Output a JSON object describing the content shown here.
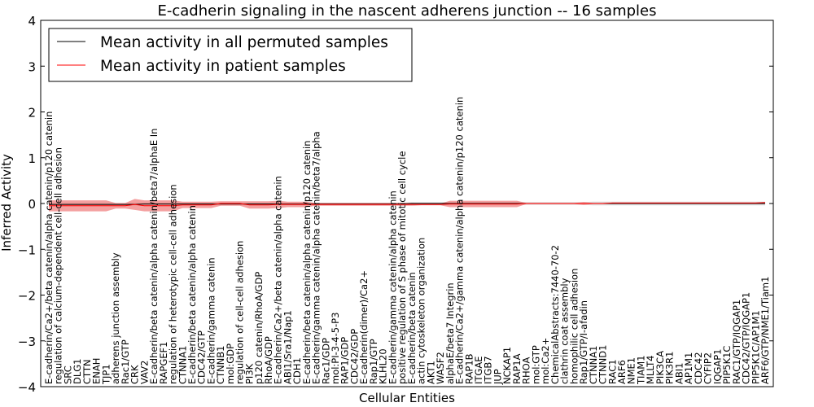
{
  "chart_data": {
    "type": "line",
    "title": "E-cadherin signaling in the nascent adherens junction -- 16 samples",
    "xlabel": "Cellular Entities",
    "ylabel": "Inferred Activity",
    "ylim": [
      -4,
      4
    ],
    "yticks": [
      -4,
      -3,
      -2,
      -1,
      0,
      1,
      2,
      3,
      4
    ],
    "grid": false,
    "legend_position": "top-left",
    "categories": [
      "E-cadherin/Ca2+/beta catenin/alpha catenin/p120 catenin",
      "regulation of calcium-dependent cell-cell adhesion",
      "SRC",
      "DLG1",
      "CTTN",
      "ENAH",
      "TJP1",
      "adherens junction assembly",
      "Rac1/GTP",
      "CRK",
      "VAV2",
      "E-cadherin/beta catenin/alpha catenin/beta7/alphaE In",
      "RAPGEF1",
      "regulation of heterotypic cell-cell adhesion",
      "CTNNA1",
      "E-cadherin/beta catenin/alpha catenin",
      "CDC42/GTP",
      "E-cadherin/gamma catenin",
      "CTNNB1",
      "mol:GDP",
      "regulation of cell-cell adhesion",
      "PI3K",
      "p120 catenin/RhoA/GDP",
      "RhoA/GDP",
      "E-cadherin/Ca2+/beta catenin/alpha catenin",
      "ABI1/Sra1/Nap1",
      "CDH1",
      "E-cadherin/beta catenin/alpha catenin/p120 catenin",
      "E-cadherin/gamma catenin/alpha catenin/beta7/alpha",
      "Rac1/GDP",
      "mol:PI-3-4-5-P3",
      "RAP1/GDP",
      "CDC42/GDP",
      "E-cadherin(dimer)/Ca2+",
      "Rap1/GTP",
      "KLHL20",
      "E-cadherin/gamma catenin/alpha catenin",
      "positive regulation of S phase of mitotic cell cycle",
      "E-cadherin/beta catenin",
      "actin cytoskeleton organization",
      "AKT1",
      "WASF2",
      "alphaE/beta7 Integrin",
      "E-cadherin/Ca2+/gamma catenin/alpha catenin/p120 catenin",
      "RAP1B",
      "ITGAE",
      "ITGB7",
      "JUP",
      "NCKAP1",
      "RAP1A",
      "RHOA",
      "mol:GTP",
      "mol:Ca2+",
      "ChemicalAbstracts:7440-70-2",
      "clathrin coat assembly",
      "homophilic cell adhesion",
      "Rap1/GTP/I-afadin",
      "CTNNA1",
      "CTNND1",
      "RAC1",
      "ARF6",
      "NME1",
      "TIAM1",
      "MLLT4",
      "PIK3CA",
      "PIK3R1",
      "ABI1",
      "AP1M1",
      "CDC42",
      "CYFIP2",
      "IQGAP1",
      "PIP5K1C",
      "RAC1/GTP/IQGAP1",
      "CDC42/GTP/IQGAP1",
      "PIP5K1C/AP1M1",
      "ARF6/GTP/NME1/Tiam1"
    ],
    "series": [
      {
        "name": "Mean activity in all permuted samples",
        "color": "#000000",
        "values": [
          -0.02,
          -0.02,
          -0.02,
          -0.02,
          -0.02,
          -0.02,
          -0.02,
          -0.02,
          -0.02,
          -0.02,
          -0.01,
          -0.01,
          -0.01,
          -0.01,
          -0.01,
          -0.01,
          -0.01,
          -0.01,
          -0.01,
          -0.01,
          -0.01,
          -0.01,
          -0.01,
          -0.01,
          -0.01,
          -0.01,
          -0.01,
          -0.01,
          -0.01,
          -0.01,
          -0.01,
          -0.01,
          -0.01,
          -0.01,
          -0.01,
          -0.01,
          -0.01,
          -0.01,
          0,
          0,
          0,
          0,
          0,
          0,
          0,
          0,
          0,
          0,
          0,
          0,
          0,
          0,
          0,
          0,
          0,
          0,
          0,
          0,
          0,
          0,
          0,
          0,
          0,
          0,
          0,
          0,
          0,
          0,
          0,
          0,
          0,
          0,
          0,
          0,
          0,
          0
        ],
        "band_color": "#d3d3d3"
      },
      {
        "name": "Mean activity in patient samples",
        "color": "#ff0000",
        "values": [
          -0.05,
          -0.05,
          -0.05,
          -0.05,
          -0.05,
          -0.05,
          -0.05,
          -0.05,
          -0.05,
          -0.02,
          -0.05,
          -0.05,
          -0.05,
          -0.05,
          -0.03,
          -0.03,
          -0.03,
          -0.03,
          0,
          0,
          0,
          -0.03,
          -0.03,
          -0.03,
          -0.02,
          -0.02,
          -0.02,
          -0.02,
          -0.02,
          -0.02,
          -0.02,
          -0.02,
          -0.02,
          -0.02,
          -0.02,
          -0.02,
          -0.02,
          -0.02,
          -0.02,
          -0.02,
          -0.02,
          -0.02,
          -0.01,
          -0.01,
          -0.01,
          -0.01,
          -0.01,
          -0.01,
          -0.01,
          -0.01,
          0,
          0,
          0,
          0,
          0,
          0,
          0,
          0,
          0,
          0.01,
          0.01,
          0.01,
          0.01,
          0.01,
          0.01,
          0.01,
          0.01,
          0.01,
          0.01,
          0.01,
          0.01,
          0.01,
          0.01,
          0.01,
          0.01,
          0.02
        ],
        "band_color": "#f08080"
      }
    ]
  }
}
